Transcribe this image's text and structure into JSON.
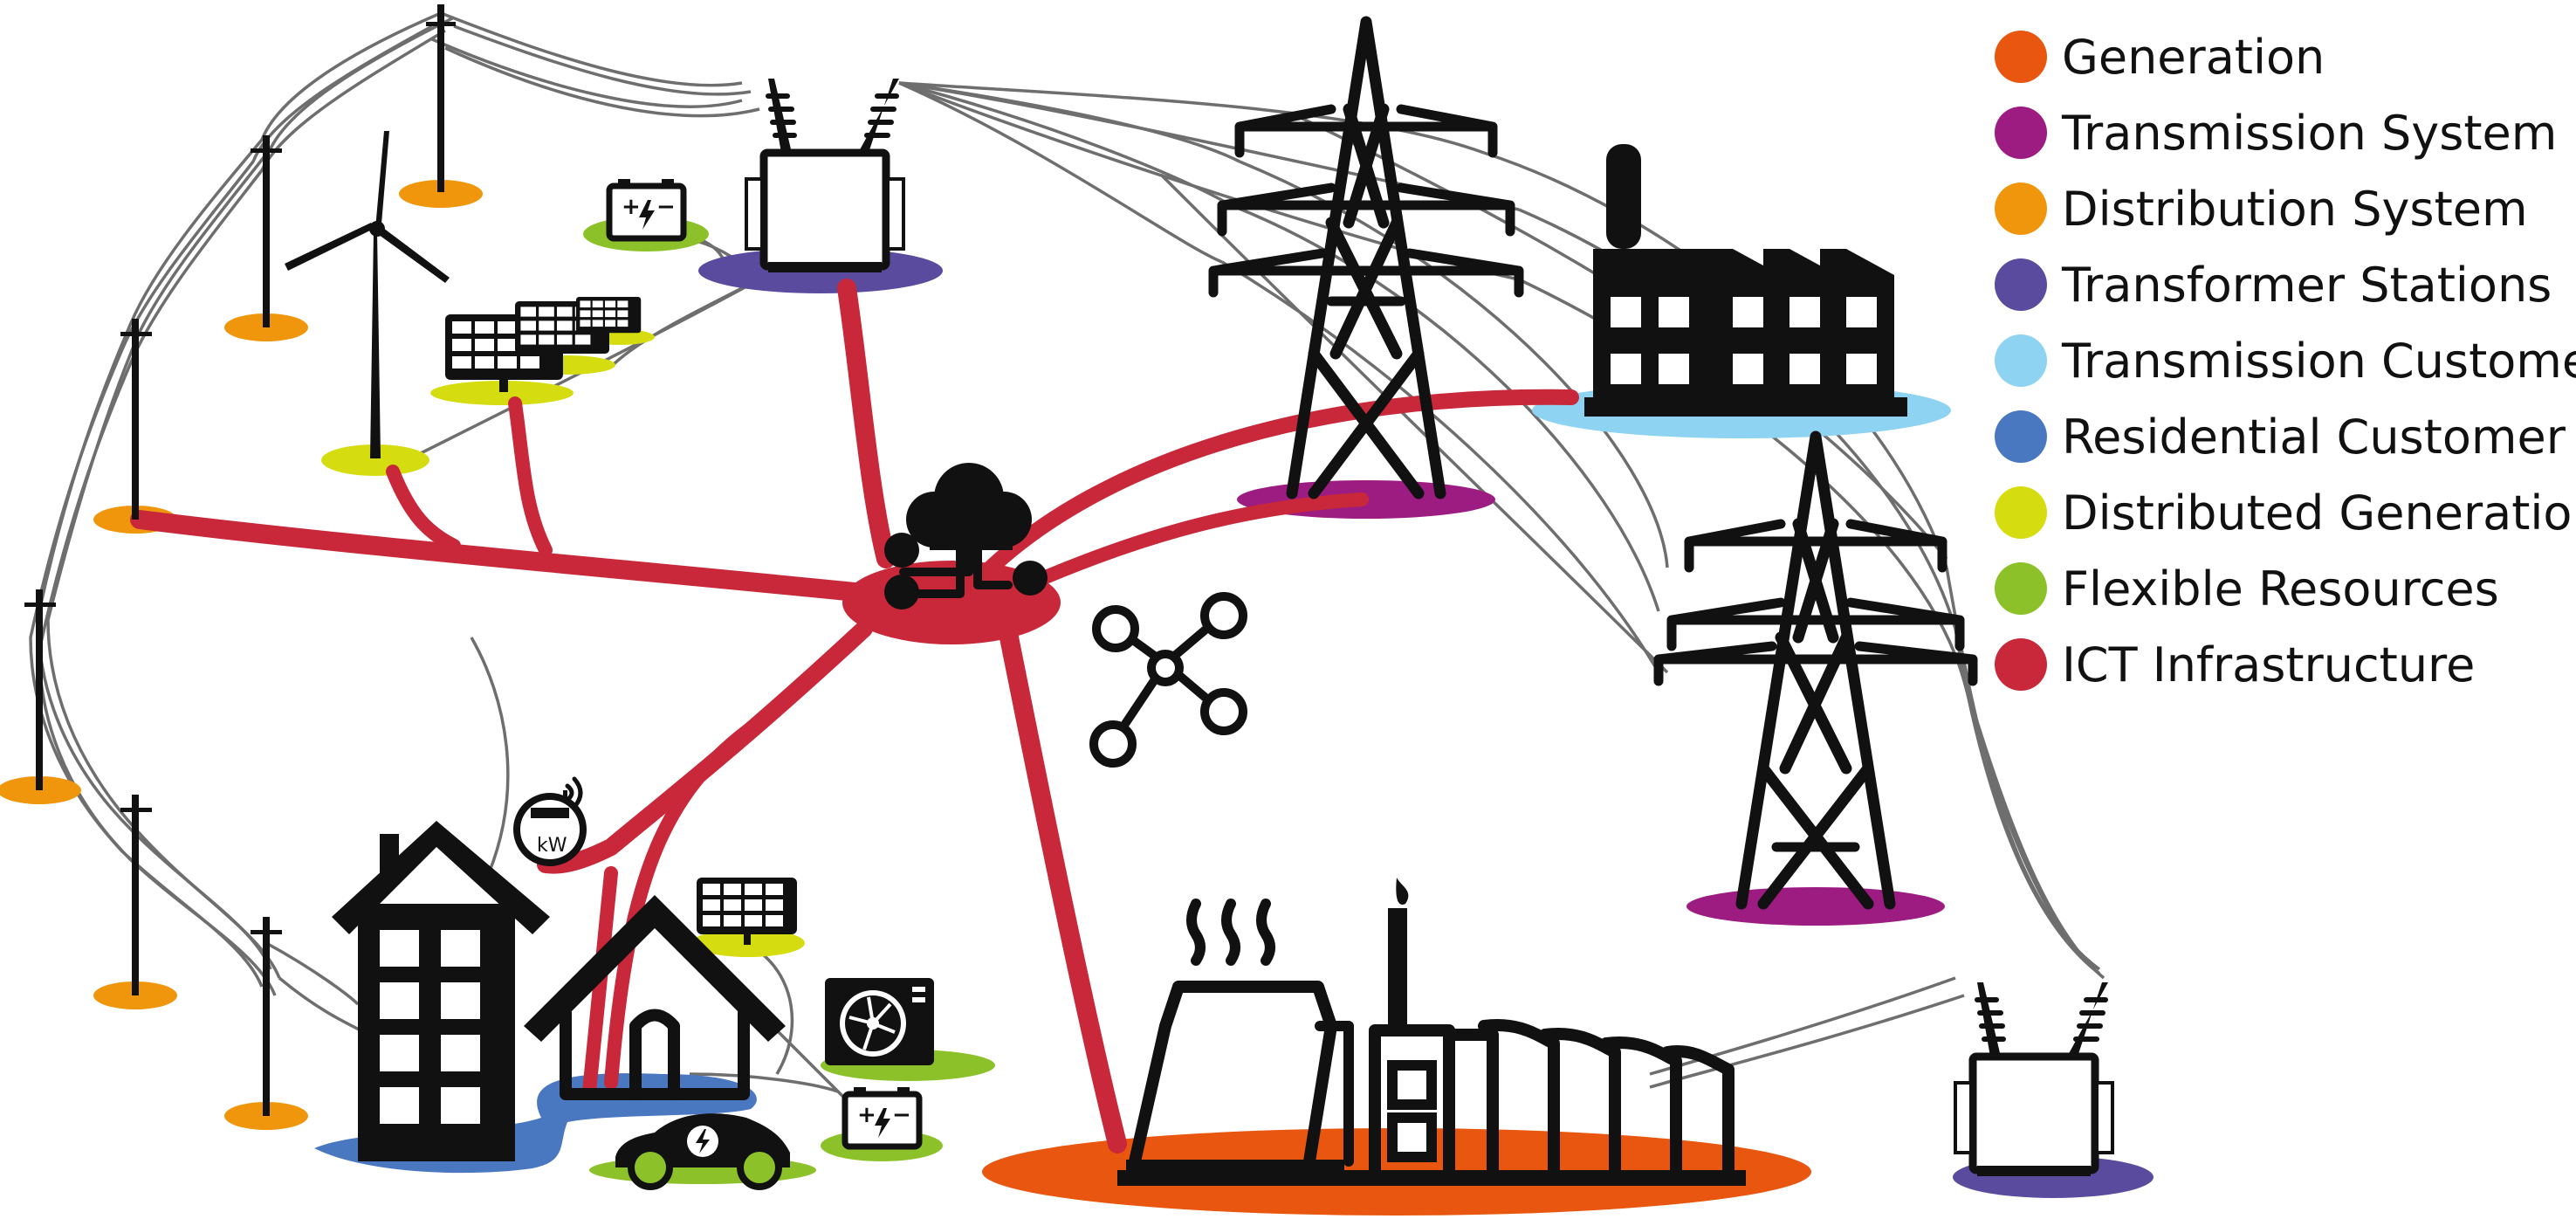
{
  "legend": [
    {
      "label": "Generation",
      "color": "#e8560f"
    },
    {
      "label": "Transmission System",
      "color": "#9c1c82"
    },
    {
      "label": "Distribution System",
      "color": "#f0960c"
    },
    {
      "label": "Transformer Stations",
      "color": "#5b4b9e"
    },
    {
      "label": "Transmission Customer",
      "color": "#8fd3f2"
    },
    {
      "label": "Residential Customer",
      "color": "#4a78c0"
    },
    {
      "label": "Distributed Generation",
      "color": "#d5dc10"
    },
    {
      "label": "Flexible Resources",
      "color": "#8cc12a"
    },
    {
      "label": "ICT Infrastructure",
      "color": "#c8283a"
    }
  ],
  "icons": {
    "meter_text": "kW",
    "battery_plus": "+",
    "battery_minus": "−"
  }
}
